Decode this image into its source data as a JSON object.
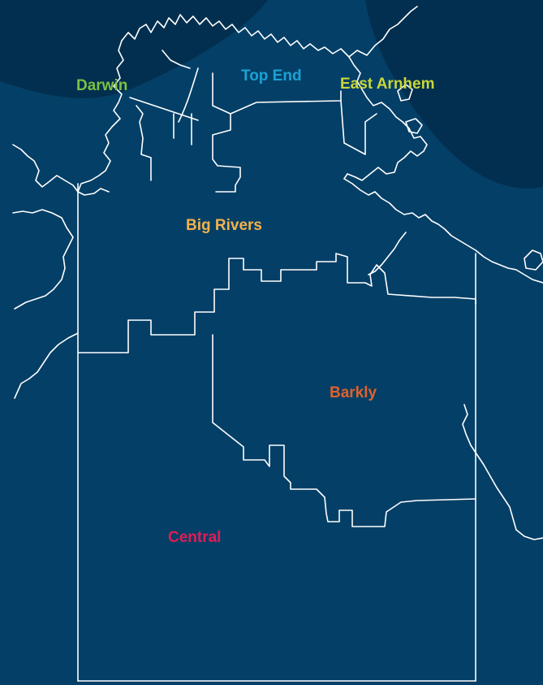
{
  "map": {
    "background_color": "#043f67",
    "sea_shade_color": "#022f4f",
    "boundary_color": "#ffffff",
    "regions": [
      {
        "id": "darwin",
        "label": "Darwin",
        "color": "#7ac143"
      },
      {
        "id": "top-end",
        "label": "Top End",
        "color": "#1aa3d4"
      },
      {
        "id": "east-arnhem",
        "label": "East Arnhem",
        "color": "#c8d63a"
      },
      {
        "id": "big-rivers",
        "label": "Big Rivers",
        "color": "#f2b24d"
      },
      {
        "id": "barkly",
        "label": "Barkly",
        "color": "#e0622b"
      },
      {
        "id": "central",
        "label": "Central",
        "color": "#e01c55"
      }
    ]
  }
}
